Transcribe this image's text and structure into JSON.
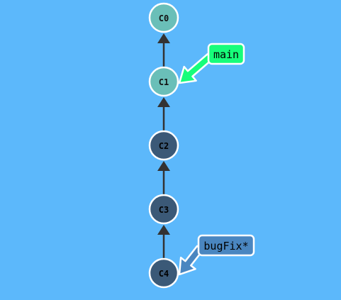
{
  "colors": {
    "background": "#5cb8fb",
    "commit_light": "#6abfb8",
    "commit_dark": "#3b5977",
    "commit_stroke": "#ffffff",
    "edge": "#333333",
    "branch_main": "#17fd7a",
    "branch_bugfix": "#4a86c0",
    "branch_stroke": "#ffffff"
  },
  "commits": [
    {
      "id": "C0",
      "style": "light"
    },
    {
      "id": "C1",
      "style": "light"
    },
    {
      "id": "C2",
      "style": "dark"
    },
    {
      "id": "C3",
      "style": "dark"
    },
    {
      "id": "C4",
      "style": "dark"
    }
  ],
  "edges": [
    {
      "from": "C1",
      "to": "C0"
    },
    {
      "from": "C2",
      "to": "C1"
    },
    {
      "from": "C3",
      "to": "C2"
    },
    {
      "from": "C4",
      "to": "C3"
    }
  ],
  "branches": [
    {
      "name": "main",
      "target": "C1",
      "color": "#17fd7a"
    },
    {
      "name": "bugFix*",
      "target": "C4",
      "color": "#4a86c0"
    }
  ]
}
